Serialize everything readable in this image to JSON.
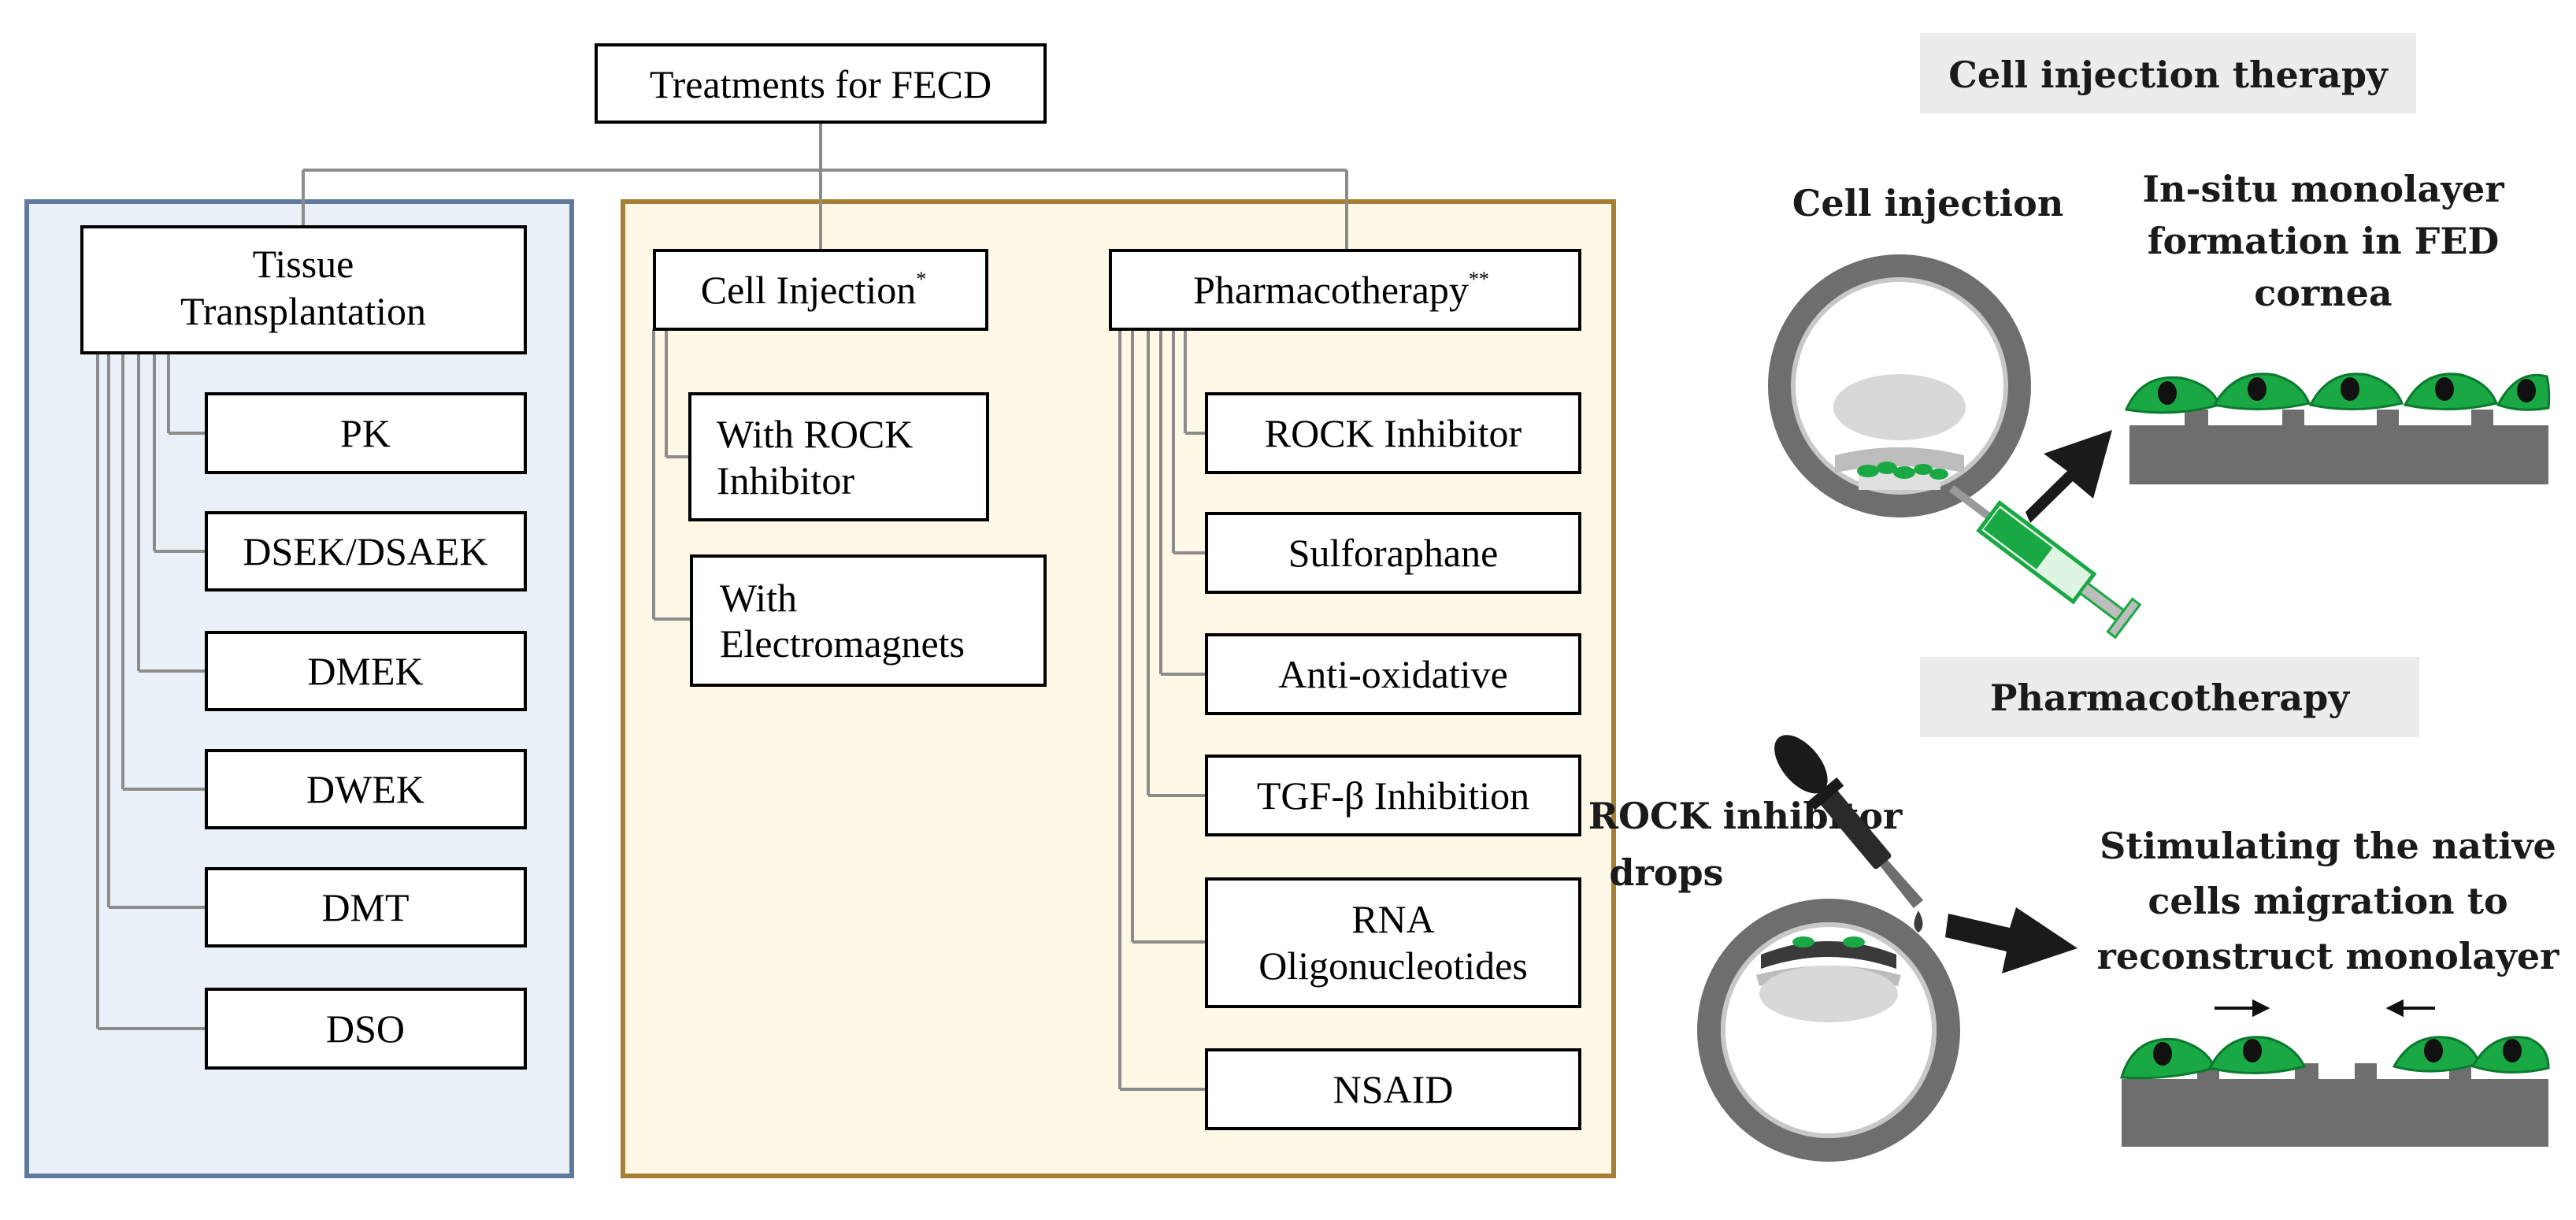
{
  "root": {
    "label": "Treatments for FECD"
  },
  "colors": {
    "panel_blue": "#eaf0f8",
    "panel_blue_border": "#5f7a9c",
    "panel_yellow": "#fff8e6",
    "panel_yellow_border": "#a57f32",
    "cell_green": "#1aa845",
    "eye_gray": "#6e6e6e"
  },
  "tissue": {
    "label_line1": "Tissue",
    "label_line2": "Transplantation",
    "items": [
      "PK",
      "DSEK/DSAEK",
      "DMEK",
      "DWEK",
      "DMT",
      "DSO"
    ]
  },
  "cell_injection": {
    "label": "Cell Injection",
    "mark": "*",
    "items": [
      {
        "line1": "With ROCK",
        "line2": "Inhibitor"
      },
      {
        "line1": "With",
        "line2": "Electromagnets"
      }
    ]
  },
  "pharmacotherapy": {
    "label": "Pharmacotherapy",
    "mark": "**",
    "items": [
      {
        "line1": "ROCK Inhibitor"
      },
      {
        "line1": "Sulforaphane"
      },
      {
        "line1": "Anti-oxidative"
      },
      {
        "line1": "TGF-β Inhibition"
      },
      {
        "line1": "RNA",
        "line2": "Oligonucleotides"
      },
      {
        "line1": "NSAID"
      }
    ]
  },
  "right_panel": {
    "cell_therapy": {
      "header": "Cell injection therapy",
      "eye_label": "Cell injection",
      "result_lines": [
        "In-situ monolayer",
        "formation in FED",
        "cornea"
      ]
    },
    "pharma": {
      "header": "Pharmacotherapy",
      "eye_label_lines": [
        "ROCK inhibitor",
        "drops"
      ],
      "result_lines": [
        "Stimulating the native",
        "cells migration to",
        "reconstruct monolayer"
      ]
    }
  }
}
